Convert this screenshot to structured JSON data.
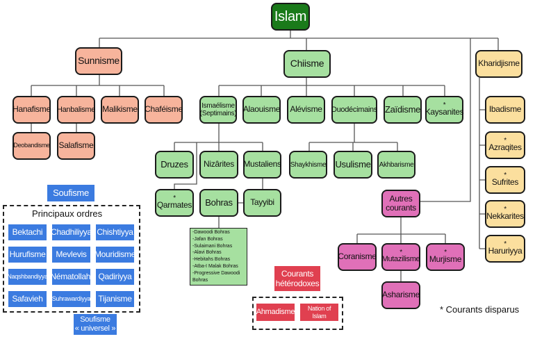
{
  "root": {
    "label": "Islam"
  },
  "sunnisme": {
    "label": "Sunnisme",
    "children": [
      "Hanafisme",
      "Hanbalisme",
      "Malikisme",
      "Chaféisme"
    ],
    "sub": [
      "Deobandisme",
      "Salafisme"
    ]
  },
  "chiisme": {
    "label": "Chiisme",
    "children": [
      "Ismaélisme\n(Septimains)",
      "Alaouisme",
      "Alévisme",
      "Duodécimains",
      "Zaïdisme",
      "* Kaysanites"
    ],
    "ismaelisme": [
      "Druzes",
      "Nizârites",
      "Mustaliens",
      "* Qarmates",
      "Bohras",
      "Tayyibi"
    ],
    "bohras_list": [
      "-Dawoodi Bohras",
      "-Jafan Bohras",
      "-Sulaimani Bohras",
      "-Alavi Bohras",
      "-Hebitahs Bohras",
      "-Atba-I Malak Bohras",
      "-Progressive Dawoodi Bohras"
    ],
    "duodecimains": [
      "Shaykhisme",
      "Usulisme",
      "Akhbarisme"
    ]
  },
  "kharidjisme": {
    "label": "Kharidjisme",
    "children": [
      "Ibadisme",
      "* Azraqites",
      "* Sufrites",
      "* Nekkarites",
      "* Haruriyya"
    ]
  },
  "autres": {
    "label": "Autres\ncourants",
    "children": [
      "Coranisme",
      "* Mutazilisme",
      "* Murjisme",
      "Asharisme"
    ]
  },
  "soufisme": {
    "label": "Soufisme",
    "group_title": "Principaux ordres",
    "orders": [
      "Bektachi",
      "Chadhiliyya",
      "Chishtiyya",
      "Hurufisme",
      "Mevlevis",
      "Mouridisme",
      "Naqshbandiyya",
      "Nématollahi",
      "Qadiriyya",
      "Safavieh",
      "Suhrawardiyya",
      "Tijanisme"
    ],
    "universel": "Soufisme\n« universel »"
  },
  "heterodoxes": {
    "label": "Courants\nhétérodoxes",
    "items": [
      "Ahmadisme",
      "Nation of Islam"
    ]
  },
  "legend": "* Courants disparus",
  "colors": {
    "islam": "#1a7a1a",
    "sunni": "#f7b49c",
    "chiite": "#a6e0a0",
    "kharidj": "#fbdf9e",
    "autres": "#e070b8",
    "soufi": "#3b7be0",
    "hetero": "#e04050"
  }
}
